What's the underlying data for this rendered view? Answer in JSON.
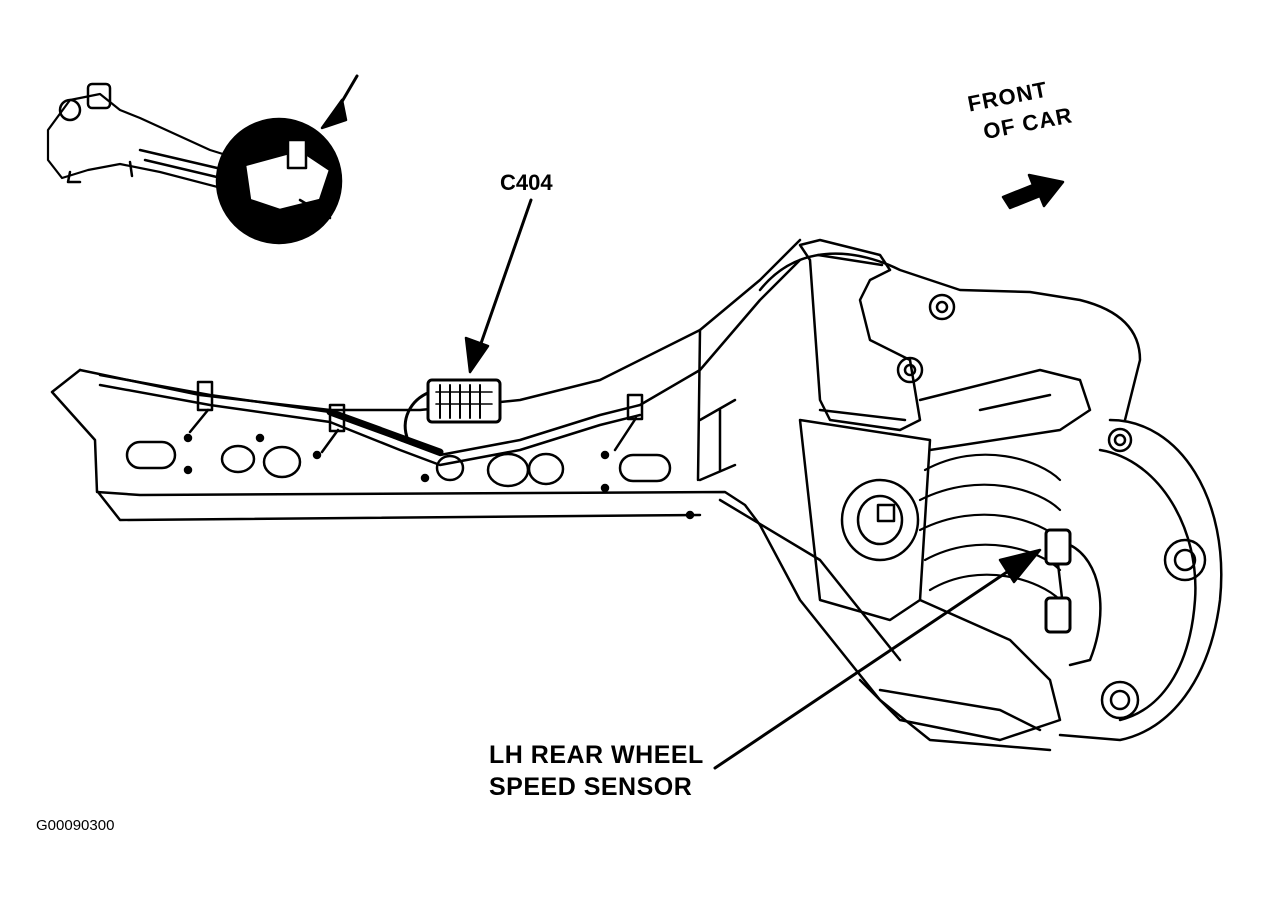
{
  "labels": {
    "connector": "C404",
    "front_line1": "FRONT",
    "front_line2": "OF CAR",
    "sensor_line1": "LH REAR WHEEL",
    "sensor_line2": "SPEED SENSOR",
    "figure_id": "G00090300"
  },
  "colors": {
    "ink": "#000000",
    "paper": "#ffffff",
    "shade": "#9a9a9a"
  }
}
